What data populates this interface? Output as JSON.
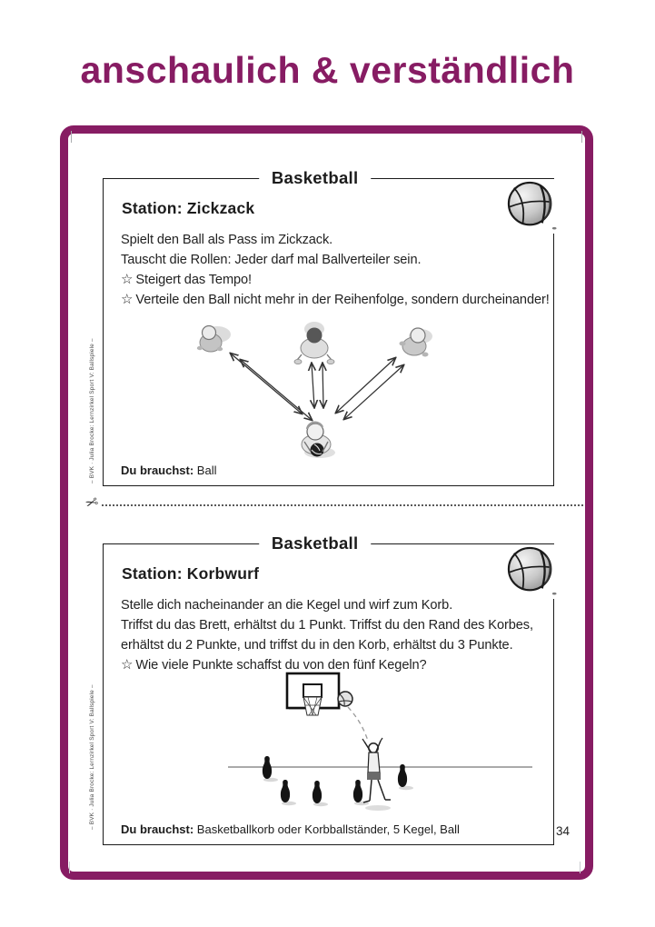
{
  "page": {
    "title": "anschaulich & verständlich",
    "page_number": "34",
    "accent_color": "#871c63",
    "credit_vertical": "– BVK · Julia Brocke: Lernzirkel Sport V: Ballspiele –"
  },
  "icons": {
    "scissors": "✂",
    "star": "☆",
    "basketball": "basketball-icon"
  },
  "cards": [
    {
      "header": "Basketball",
      "station": "Station: Zickzack",
      "lines": [
        "Spielt den Ball als Pass im Zickzack.",
        "Tauscht die Rollen: Jeder darf mal Ballverteiler sein."
      ],
      "star_lines": [
        "Steigert das Tempo!",
        "Verteile den Ball nicht mehr in der Reihenfolge, sondern durcheinander!"
      ],
      "need_label": "Du brauchst:",
      "need_value": "Ball"
    },
    {
      "header": "Basketball",
      "station": "Station: Korbwurf",
      "lines": [
        "Stelle dich nacheinander an die Kegel und wirf zum Korb.",
        "Triffst du das Brett, erhältst du 1 Punkt. Triffst du den Rand des Korbes,",
        "erhältst du 2 Punkte, und triffst du in den Korb, erhältst du 3 Punkte."
      ],
      "star_lines": [
        "Wie viele Punkte schaffst du von den fünf Kegeln?"
      ],
      "need_label": "Du brauchst:",
      "need_value": "Basketballkorb oder Korbballständer, 5 Kegel, Ball"
    }
  ]
}
